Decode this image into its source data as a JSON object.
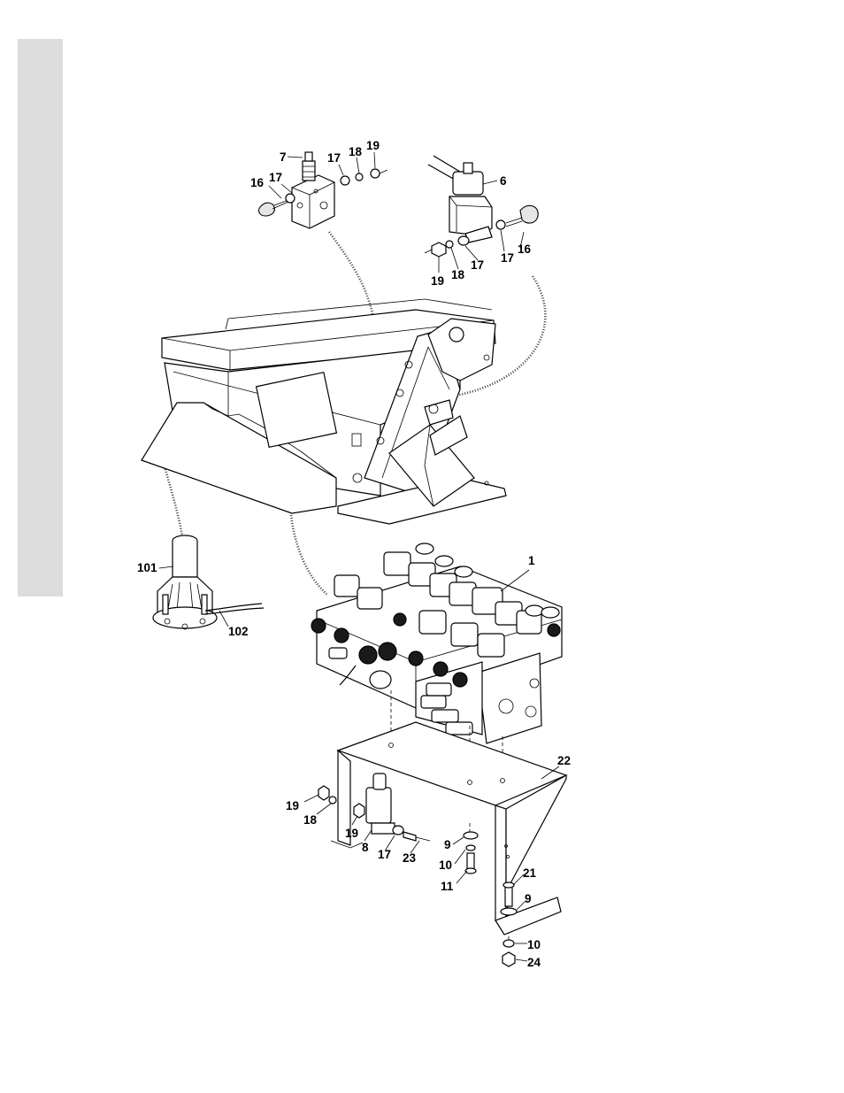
{
  "sidebar": {
    "color": "#dcdcdc"
  },
  "callouts": {
    "c1": "1",
    "c6": "6",
    "c7": "7",
    "c8": "8",
    "c9a": "9",
    "c9b": "9",
    "c10a": "10",
    "c10b": "10",
    "c11": "11",
    "c16a": "16",
    "c16b": "16",
    "c17a": "17",
    "c17b": "17",
    "c17c": "17",
    "c17d": "17",
    "c17e": "17",
    "c18a": "18",
    "c18b": "18",
    "c18c": "18",
    "c19a": "19",
    "c19b": "19",
    "c19c": "19",
    "c19d": "19",
    "c21": "21",
    "c22": "22",
    "c23": "23",
    "c24": "24",
    "c101": "101",
    "c102": "102"
  }
}
